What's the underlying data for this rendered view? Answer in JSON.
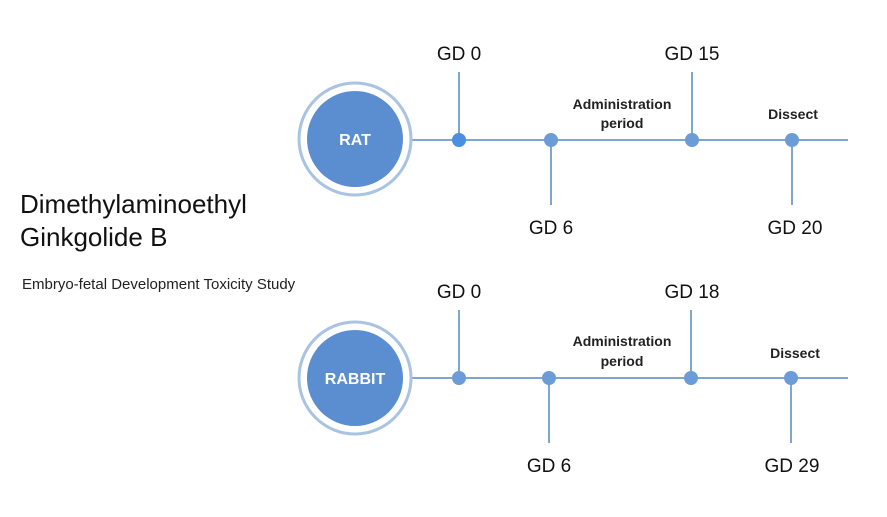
{
  "title_line1": "Dimethylaminoethyl",
  "title_line2": "Ginkgolide B",
  "subtitle": "Embryo-fetal Development Toxicity Study",
  "colors": {
    "line": "#7fa6cf",
    "node": "#5b8ed1",
    "dot": "#6b9cd8",
    "start_dot": "#4a8fe0",
    "ring": "#a9c3e2"
  },
  "rat": {
    "species": "RAT",
    "gd_start": "GD 0",
    "gd_admin_start": "GD 6",
    "gd_admin_end": "GD 15",
    "gd_dissect": "GD 20",
    "admin_line1": "Administration",
    "admin_line2": "period",
    "dissect": "Dissect"
  },
  "rabbit": {
    "species": "RABBIT",
    "gd_start": "GD 0",
    "gd_admin_start": "GD 6",
    "gd_admin_end": "GD 18",
    "gd_dissect": "GD 29",
    "admin_line1": "Administration",
    "admin_line2": "period",
    "dissect": "Dissect"
  }
}
